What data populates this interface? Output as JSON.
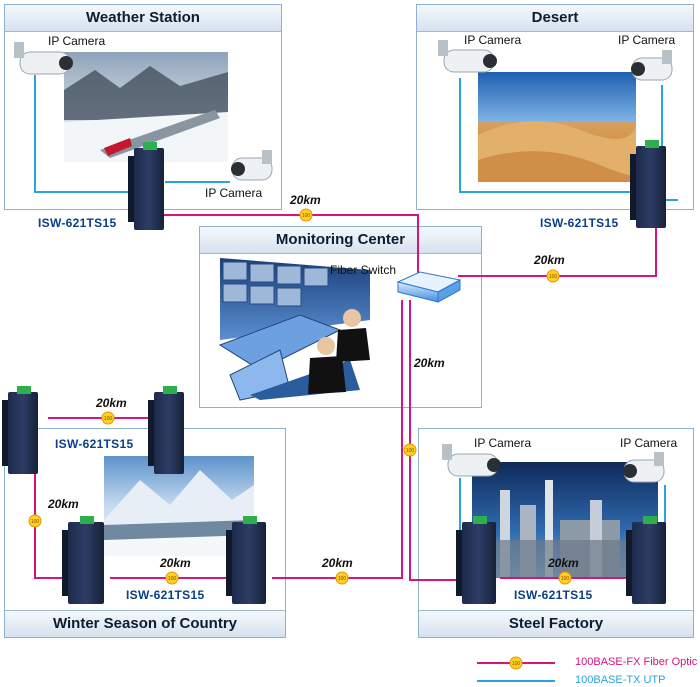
{
  "sites": {
    "weather": {
      "title": "Weather Station",
      "camera1": "IP Camera",
      "camera2": "IP Camera",
      "switch_model": "ISW-621TS15"
    },
    "desert": {
      "title": "Desert",
      "camera1": "IP Camera",
      "camera2": "IP Camera",
      "switch_model": "ISW-621TS15"
    },
    "monitoring": {
      "title": "Monitoring Center",
      "fiber_switch": "Fiber Switch"
    },
    "winter": {
      "title": "Winter Season of Country",
      "switch_model_top": "ISW-621TS15",
      "switch_model_bottom": "ISW-621TS15"
    },
    "factory": {
      "title": "Steel Factory",
      "camera1": "IP Camera",
      "camera2": "IP Camera",
      "switch_model": "ISW-621TS15"
    }
  },
  "links": {
    "weather_to_center": "20km",
    "desert_to_center": "20km",
    "center_to_factory": "20km",
    "winter_top": "20km",
    "winter_vertical": "20km",
    "winter_bottom": "20km",
    "winter_to_center": "20km",
    "factory_bottom": "20km"
  },
  "legend": {
    "fiber": {
      "label": "100BASE-FX Fiber Optic",
      "color": "#d4147f"
    },
    "utp": {
      "label": "100BASE-TX UTP",
      "color": "#29a3dc"
    }
  },
  "badge_text": "100"
}
